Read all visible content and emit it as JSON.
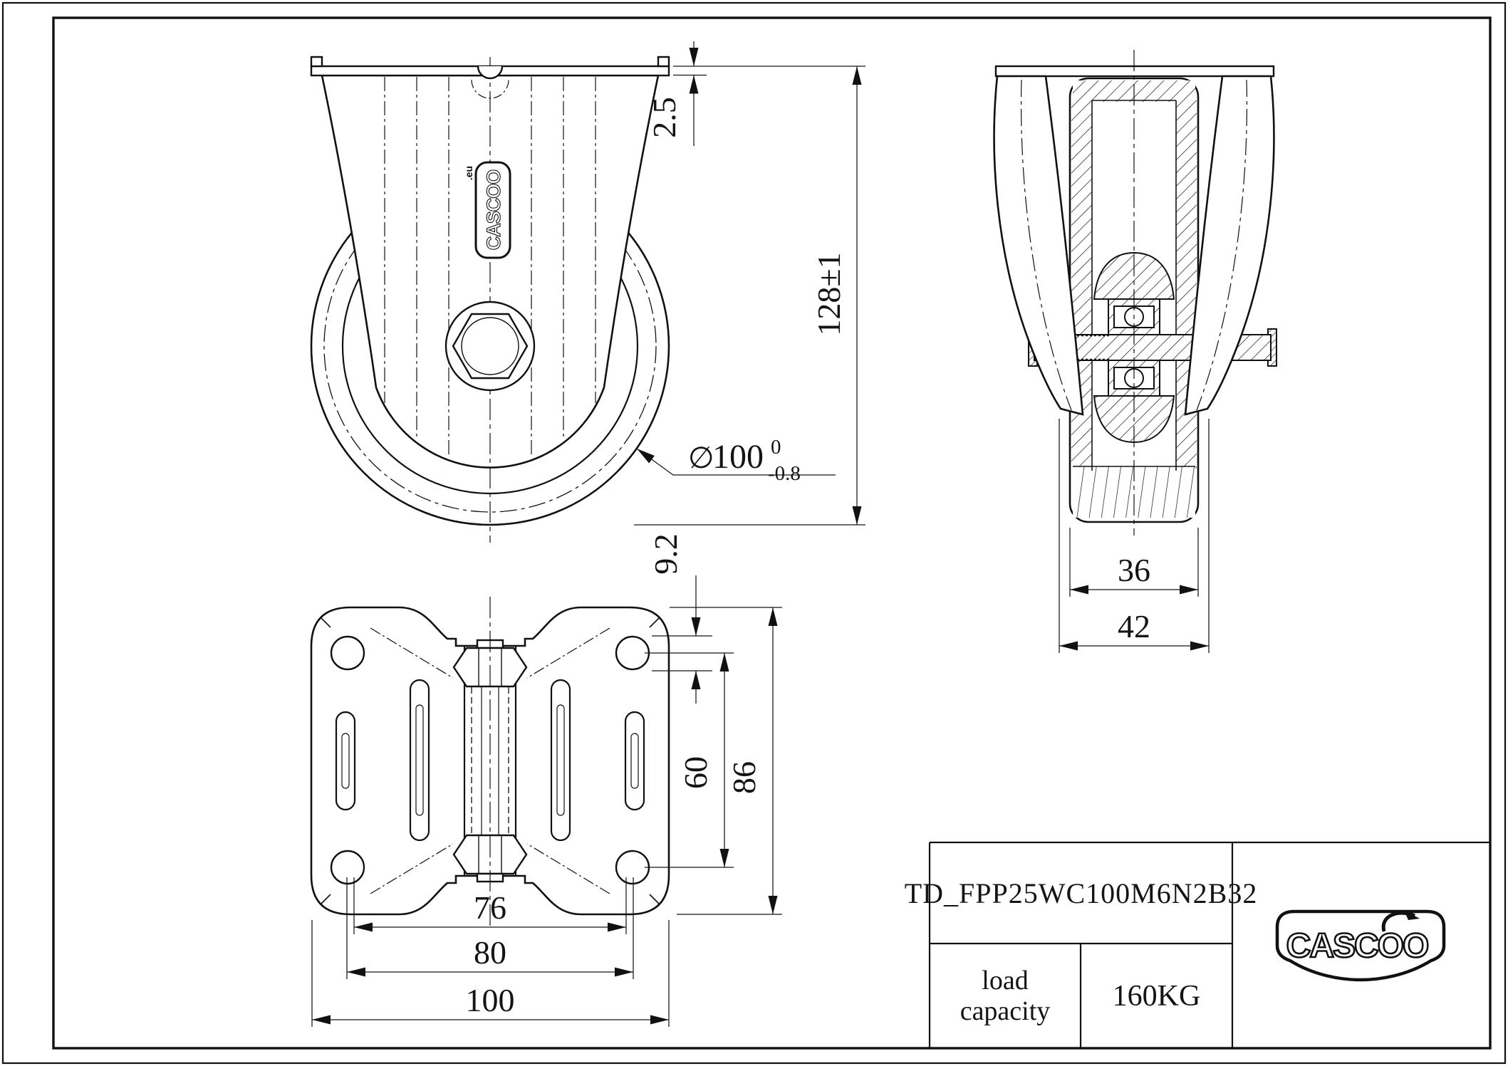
{
  "views": {
    "front": {
      "thickness": "2.5",
      "height": "128±1",
      "dia_symbol": "∅",
      "dia_value": "100",
      "dia_tol_upper": "0",
      "dia_tol_lower": "-0.8",
      "badge": "CASCOO",
      "badge_domain": ".eu"
    },
    "plate": {
      "hole": "9.2",
      "holes_y": "60",
      "plate_h": "86",
      "holes_x1": "76",
      "holes_x2": "80",
      "plate_w": "100"
    },
    "side": {
      "wheel_w": "36",
      "overall_w": "42"
    }
  },
  "title_block": {
    "model": "TD_FPP25WC100M6N2B32",
    "load_label": "load capacity",
    "load_value": "160KG",
    "brand": "CASCOO"
  },
  "colors": {
    "ink": "#111111",
    "paper": "#ffffff"
  }
}
